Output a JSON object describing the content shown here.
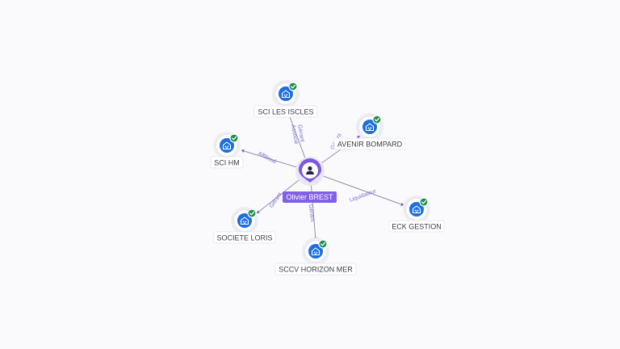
{
  "center": {
    "name": "Olivier BREST",
    "icon": "person-icon",
    "accent_color": "#7c5ae0"
  },
  "company_icon": "building-icon",
  "status_icon": "check-badge-icon",
  "nodes": [
    {
      "id": "sci-les-iscles",
      "label": "SCI LES ISCLES",
      "verified": true
    },
    {
      "id": "avenir-bompard",
      "label": "AVENIR BOMPARD",
      "verified": true
    },
    {
      "id": "sci-hm",
      "label": "SCI HM",
      "verified": true
    },
    {
      "id": "eck-gestion",
      "label": "ECK GESTION",
      "verified": true
    },
    {
      "id": "societe-loris",
      "label": "SOCIETE LORIS",
      "verified": true
    },
    {
      "id": "sccv-horizon-mer",
      "label": "SCCV HORIZON MER",
      "verified": true
    }
  ],
  "edges": [
    {
      "to": "sci-les-iscles",
      "labels": [
        "Gérant",
        "Associé"
      ]
    },
    {
      "to": "avenir-bompard",
      "labels": [
        "Gérant"
      ]
    },
    {
      "to": "sci-hm",
      "labels": [
        "Affilioué"
      ]
    },
    {
      "to": "eck-gestion",
      "labels": [
        "Liquidateur"
      ]
    },
    {
      "to": "societe-loris",
      "labels": [
        "Gérant"
      ]
    },
    {
      "to": "sccv-horizon-mer",
      "labels": [
        "Gérant"
      ]
    }
  ]
}
